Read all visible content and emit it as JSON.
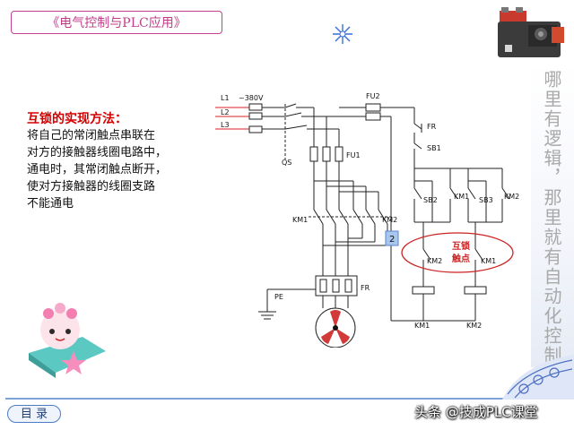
{
  "header": {
    "title": "《电气控制与PLC应用》"
  },
  "side_caption": "哪里有逻辑，那里就有自动化控制",
  "method": {
    "title": "互锁的实现方法：",
    "lines": [
      "将自己的常闭触点串联在",
      "对方的接触器线圈电路中，",
      "通电时，其常闭触点断开，",
      "使对方接触器的线圈支路",
      "不能通电"
    ]
  },
  "diagram": {
    "supply_lines": [
      "L1",
      "L2",
      "L3"
    ],
    "voltage": "~380V",
    "switch": "QS",
    "fuse_main": "FU1",
    "fuse_ctrl": "FU2",
    "contactors": [
      "KM1",
      "KM2"
    ],
    "thermal_relay": "FR",
    "ground": "PE",
    "buttons": [
      "SB1",
      "SB2",
      "SB3"
    ],
    "badge": "2",
    "interlock_label": [
      "互锁",
      "触点"
    ]
  },
  "footer": {
    "menu_button": "目 录",
    "watermark": "头条 @技成PLC课堂"
  },
  "colors": {
    "accent": "#c23b8a",
    "interlock": "#d40000",
    "wire": "#222222"
  }
}
